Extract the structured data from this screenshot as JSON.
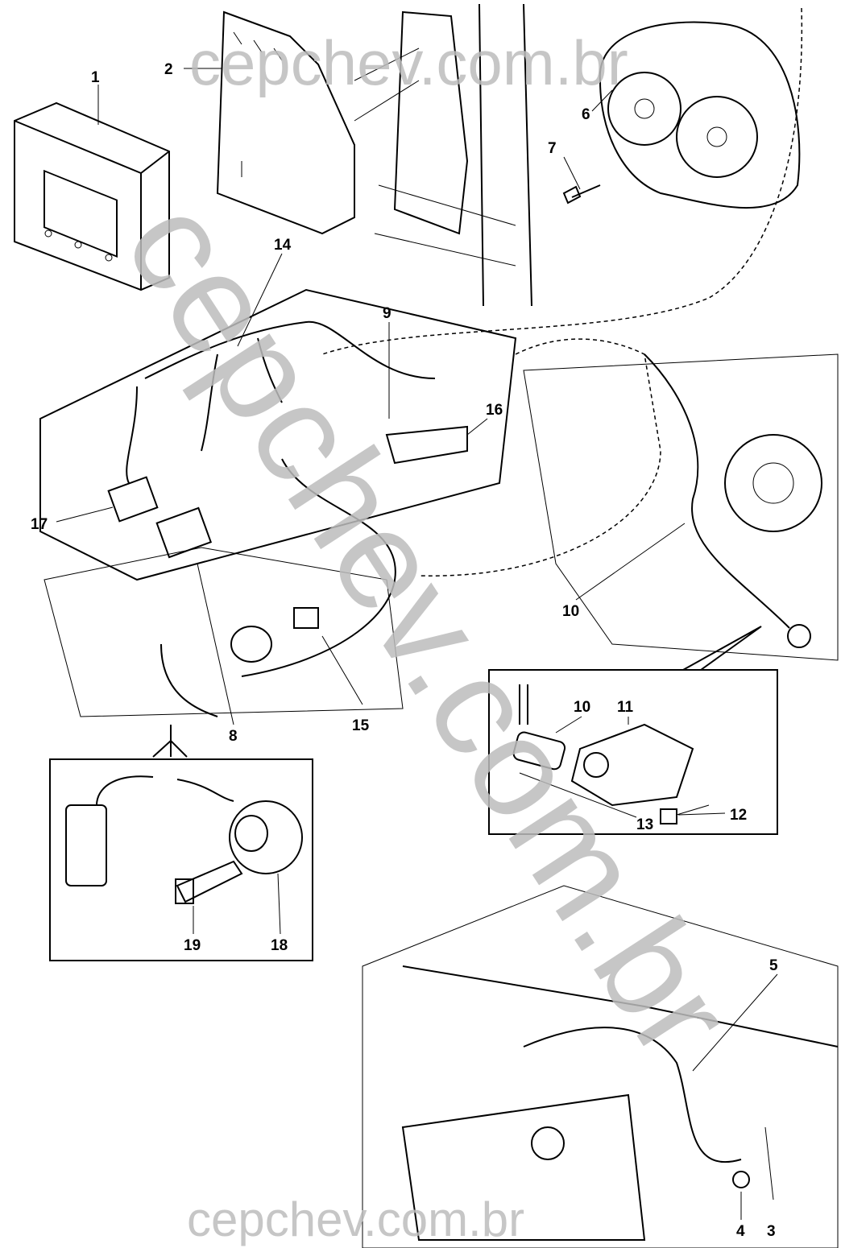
{
  "diagram": {
    "callouts": [
      "1",
      "2",
      "3",
      "4",
      "5",
      "6",
      "7",
      "8",
      "9",
      "10",
      "11",
      "12",
      "13",
      "14",
      "15",
      "16",
      "17",
      "18",
      "19"
    ],
    "detail_callouts": {
      "sensor_detail": [
        "10",
        "11",
        "12",
        "13"
      ],
      "knock_detail": [
        "18",
        "19"
      ]
    },
    "watermarks": {
      "top": "cepchev.com.br",
      "diagonal": "cepchev.com.br",
      "bottom": "cepchev.com.br"
    }
  },
  "colors": {
    "line": "#000000",
    "watermark": "#bdbdbd"
  }
}
